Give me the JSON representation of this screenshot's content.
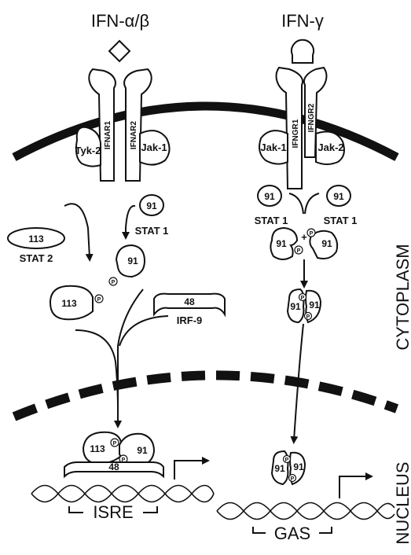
{
  "titles": {
    "left_ligand": "IFN-α/β",
    "right_ligand": "IFN-γ"
  },
  "receptors": {
    "ifnar1": "IFNAR1",
    "ifnar2": "IFNAR2",
    "ifngr1": "IFNGR1",
    "ifngr2": "IFNGR2"
  },
  "kinases": {
    "tyk2": "Tyk-2",
    "jak1_left": "Jak-1",
    "jak1_right": "Jak-1",
    "jak2": "Jak-2"
  },
  "proteins": {
    "stat1_num": "91",
    "stat2_num": "113",
    "irf9_num": "48",
    "stat1_label": "STAT 1",
    "stat2_label": "STAT 2",
    "irf9_label": "IRF-9",
    "phospho": "P",
    "plus": "+"
  },
  "elements": {
    "isre": "ISRE",
    "gas": "GAS"
  },
  "compartments": {
    "cytoplasm": "CYTOPLASM",
    "nucleus": "NUCLEUS"
  }
}
